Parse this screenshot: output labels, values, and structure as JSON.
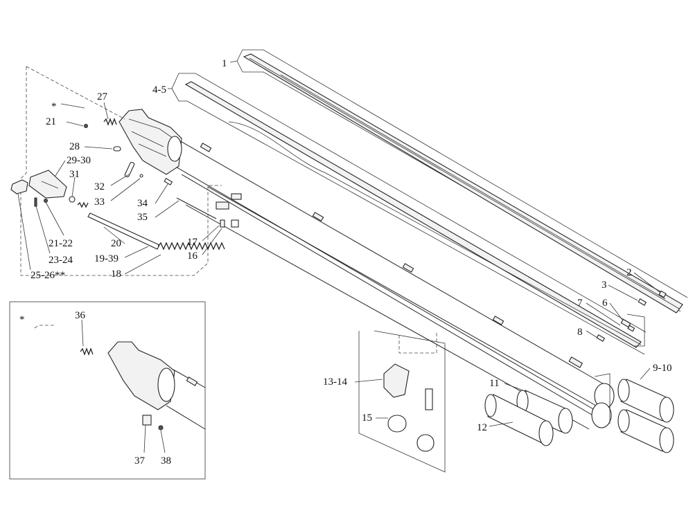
{
  "labels": {
    "p1": "1",
    "p4_5": "4-5",
    "p2": "2",
    "p3": "3",
    "p6": "6",
    "p7": "7",
    "p8": "8",
    "p9_10": "9-10",
    "p11": "11",
    "p12": "12",
    "p13_14": "13-14",
    "p15": "15",
    "p16": "16",
    "p17": "17",
    "p18": "18",
    "p19_39": "19-39",
    "p20": "20",
    "p21": "21",
    "p21_22": "21-22",
    "p23_24": "23-24",
    "p25_26": "25-26**",
    "p27": "27",
    "p28": "28",
    "p29_30": "29-30",
    "p31": "31",
    "p32": "32",
    "p33": "33",
    "p34": "34",
    "p35": "35",
    "p36": "36",
    "p37": "37",
    "p38": "38",
    "star_top": "*",
    "star_inset": "*"
  }
}
